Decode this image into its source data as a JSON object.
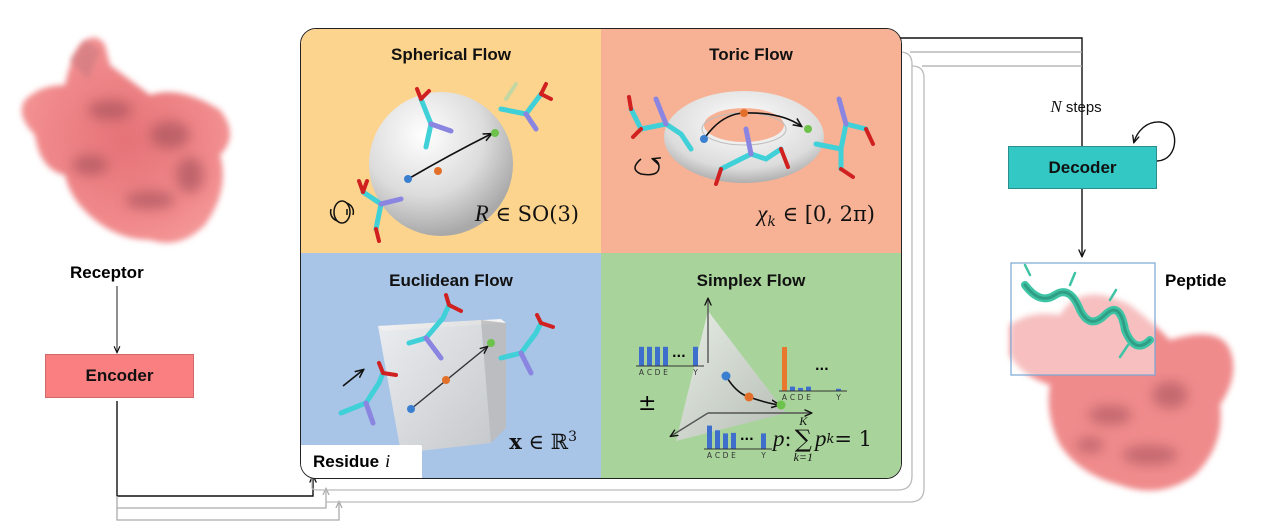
{
  "receptor": {
    "label": "Receptor",
    "surface_color": "#f08080"
  },
  "encoder": {
    "label": "Encoder",
    "color": "#f97f80"
  },
  "decoder": {
    "label": "Decoder",
    "color": "#33c8c4",
    "loop_label_var": "N",
    "loop_label_text": " steps"
  },
  "peptide": {
    "label": "Peptide",
    "helix_color": "#40c9a8"
  },
  "flow_panel": {
    "residue_label": "Residue",
    "residue_var": "i",
    "panels": [
      {
        "id": "spherical",
        "title": "Spherical Flow",
        "color": "#fcd48d",
        "math_var": "R",
        "math_rest": " ∈ SO(3)"
      },
      {
        "id": "toric",
        "title": "Toric Flow",
        "color": "#f7b295",
        "math_var": "χ",
        "math_sub": "k",
        "math_rest": " ∈ [0, 2π)"
      },
      {
        "id": "euclidean",
        "title": "Euclidean Flow",
        "color": "#a8c4e6",
        "math_var": "x",
        "math_rest": " ∈ ℝ",
        "math_sup": "3"
      },
      {
        "id": "simplex",
        "title": "Simplex Flow",
        "color": "#a8d49b",
        "math_var": "p",
        "math_rest": " : ",
        "math_sum_top": "K",
        "math_sum_bot": "k=1",
        "math_tail_var": "p",
        "math_tail_sub": "k",
        "math_tail_rest": " = 1",
        "pm_symbol": "±"
      }
    ]
  },
  "simplex_histograms": [
    {
      "name": "uniform",
      "ticks": [
        "A",
        "C",
        "D",
        "E",
        "Y"
      ],
      "values": [
        0.8,
        0.8,
        0.8,
        0.8,
        0.8
      ],
      "highlight_index": -1
    },
    {
      "name": "one-hot",
      "ticks": [
        "A",
        "C",
        "D",
        "E",
        "Y"
      ],
      "values": [
        1.0,
        0.1,
        0.07,
        0.1,
        0.05
      ],
      "highlight_index": 0
    },
    {
      "name": "intermediate",
      "ticks": [
        "A",
        "C",
        "D",
        "E",
        "Y"
      ],
      "values": [
        0.9,
        0.72,
        0.6,
        0.62,
        0.6
      ],
      "highlight_index": -1
    }
  ],
  "ellipsis": "···",
  "trajectory_colors": {
    "start": "#3b7fd1",
    "mid": "#e3702a",
    "end": "#6cc24a"
  }
}
